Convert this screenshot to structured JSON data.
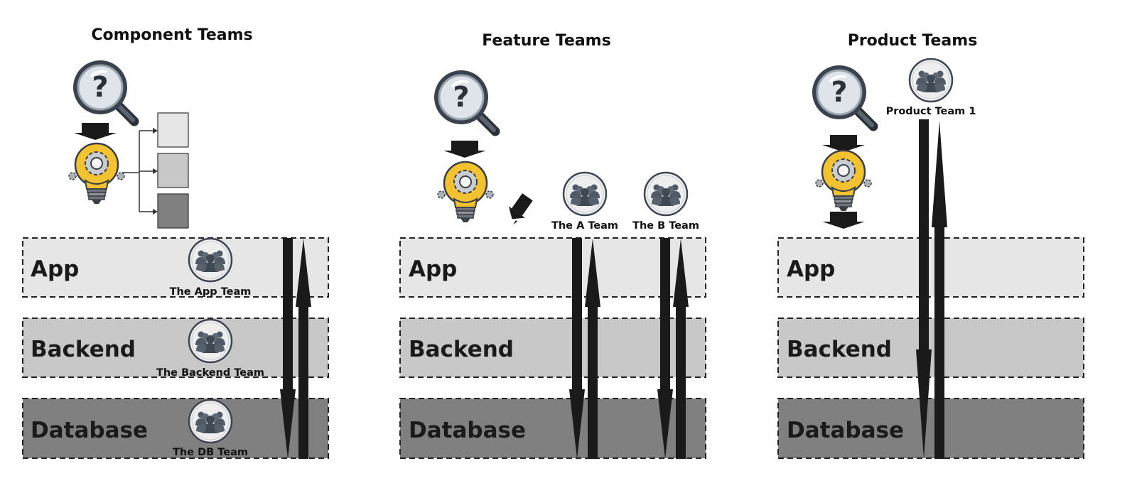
{
  "colors": {
    "app_layer": "#e6e6e6",
    "backend_layer": "#c8c8c8",
    "database_layer": "#808080",
    "arrow": "#1a1a1a",
    "bulb": "#f2c230",
    "team_badge_bg": "#eeeeee",
    "team_badge_icon": "#4f5a66"
  },
  "layers": {
    "app": "App",
    "backend": "Backend",
    "database": "Database"
  },
  "panels": {
    "component": {
      "title": "Component Teams",
      "teams": {
        "app": "The App Team",
        "backend": "The Backend Team",
        "db": "The DB Team"
      }
    },
    "feature": {
      "title": "Feature Teams",
      "teams": {
        "a": "The A Team",
        "b": "The B Team"
      }
    },
    "product": {
      "title": "Product Teams",
      "teams": {
        "one": "Product Team 1"
      }
    }
  }
}
